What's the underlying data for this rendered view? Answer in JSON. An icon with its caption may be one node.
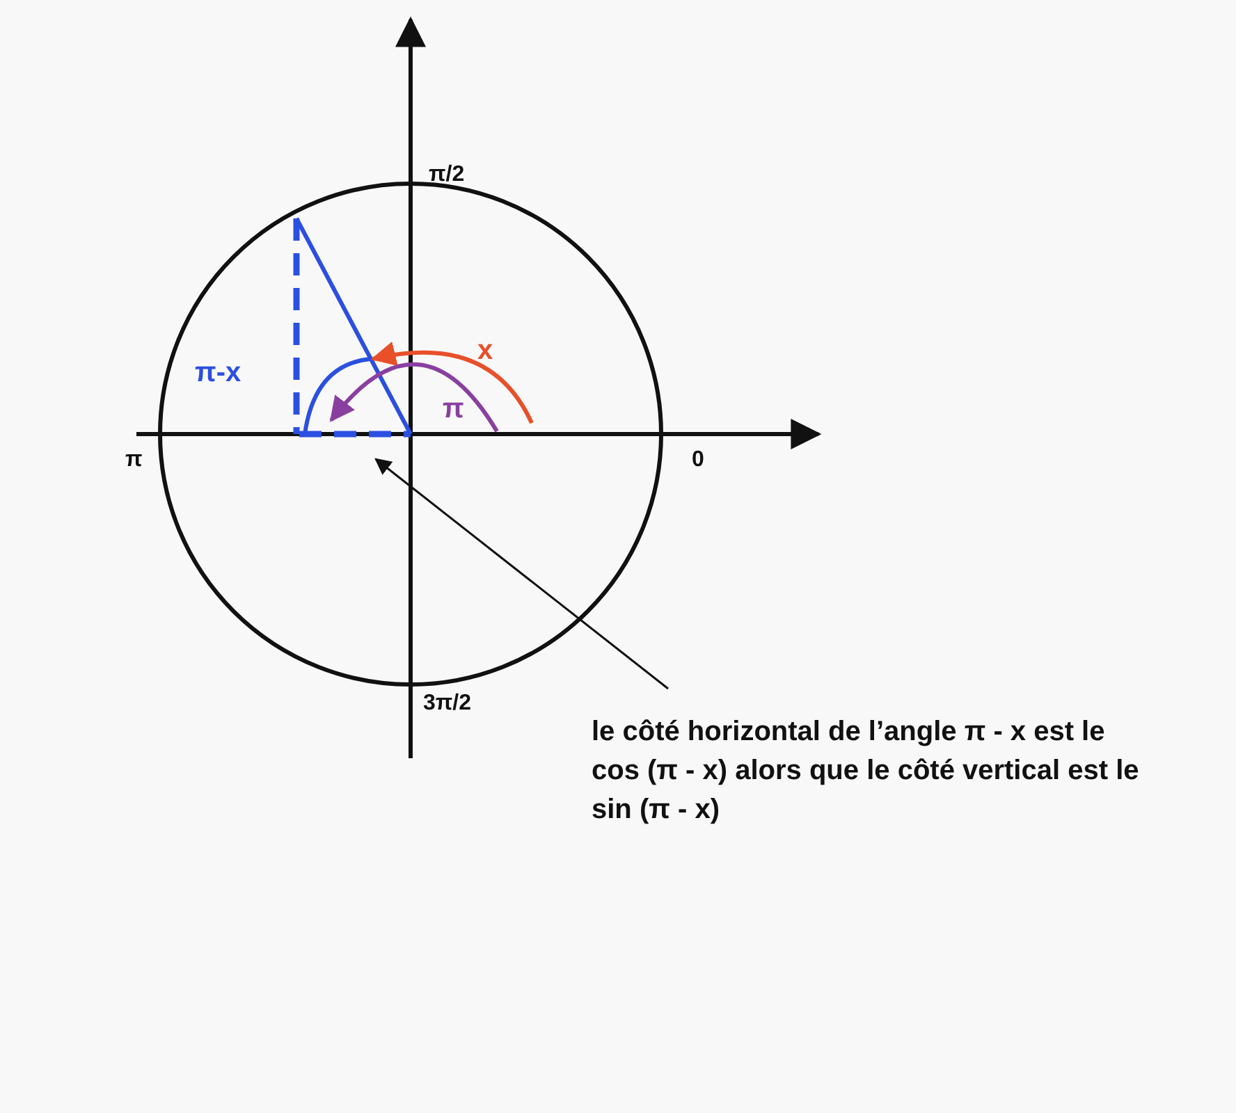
{
  "diagram": {
    "nodes": [
      {
        "text": [
          "le côté horizontal de l’angle π - x est le cos (π - x) alors que le côté vertical est le sin (π - x)"
        ]
      },
      {
        "text": [],
        "shape": "line"
      }
    ],
    "edges": [
      {
        "from": 0,
        "to": 1,
        "arrow": "to"
      }
    ],
    "labels": [
      "π/2",
      "x",
      "π-x",
      "π",
      "π",
      "0",
      "3π/2"
    ]
  }
}
